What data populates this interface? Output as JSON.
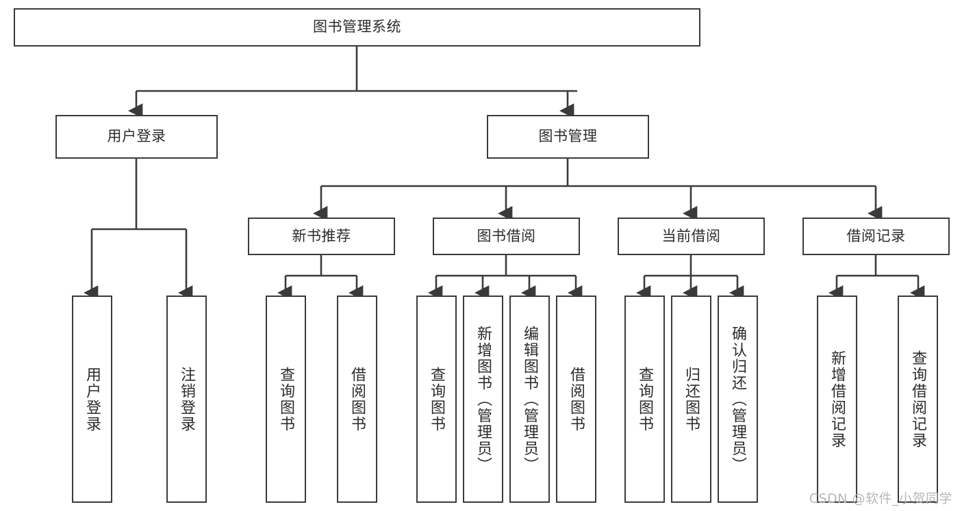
{
  "diagram": {
    "title": "图书管理系统",
    "watermark": "CSDN @软件_小贺同学",
    "style": {
      "border_color": "#3a3a3a",
      "edge_color": "#3a3a3a",
      "background": "#ffffff",
      "text_color": "#2b2b2b",
      "watermark_color": "#b7b7b7"
    },
    "root": {
      "label": "图书管理系统"
    },
    "level1": [
      {
        "label": "用户登录"
      },
      {
        "label": "图书管理"
      }
    ],
    "level2": [
      {
        "label": "新书推荐"
      },
      {
        "label": "图书借阅"
      },
      {
        "label": "当前借阅"
      },
      {
        "label": "借阅记录"
      }
    ],
    "leaves": {
      "user_login": [
        {
          "label": "用户登录"
        },
        {
          "label": "注销登录"
        }
      ],
      "new_book_recommend": [
        {
          "label": "查询图书"
        },
        {
          "label": "借阅图书"
        }
      ],
      "book_borrow": [
        {
          "label": "查询图书"
        },
        {
          "label": "新增图书（管理员）"
        },
        {
          "label": "编辑图书（管理员）"
        },
        {
          "label": "借阅图书"
        }
      ],
      "current_borrow": [
        {
          "label": "查询图书"
        },
        {
          "label": "归还图书"
        },
        {
          "label": "确认归还（管理员）"
        }
      ],
      "borrow_record": [
        {
          "label": "新增借阅记录"
        },
        {
          "label": "查询借阅记录"
        }
      ]
    }
  }
}
